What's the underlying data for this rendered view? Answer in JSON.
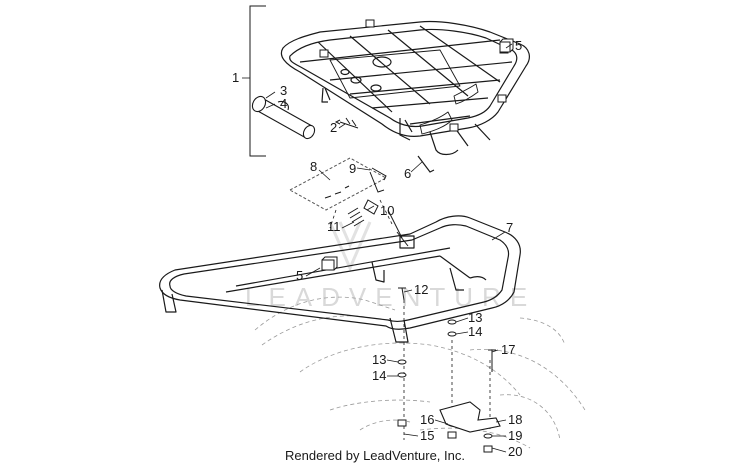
{
  "footer": {
    "credit": "Rendered by LeadVenture, Inc."
  },
  "watermark": {
    "text": "LEADVENTURE"
  },
  "callouts": [
    {
      "id": "c1",
      "label": "1"
    },
    {
      "id": "c2",
      "label": "2"
    },
    {
      "id": "c3",
      "label": "3"
    },
    {
      "id": "c4",
      "label": "4"
    },
    {
      "id": "c5a",
      "label": "5"
    },
    {
      "id": "c5b",
      "label": "5"
    },
    {
      "id": "c6",
      "label": "6"
    },
    {
      "id": "c7",
      "label": "7"
    },
    {
      "id": "c8",
      "label": "8"
    },
    {
      "id": "c9",
      "label": "9"
    },
    {
      "id": "c10",
      "label": "10"
    },
    {
      "id": "c11",
      "label": "11"
    },
    {
      "id": "c12",
      "label": "12"
    },
    {
      "id": "c13a",
      "label": "13"
    },
    {
      "id": "c13b",
      "label": "13"
    },
    {
      "id": "c14a",
      "label": "14"
    },
    {
      "id": "c14b",
      "label": "14"
    },
    {
      "id": "c15",
      "label": "15"
    },
    {
      "id": "c16",
      "label": "16"
    },
    {
      "id": "c17",
      "label": "17"
    },
    {
      "id": "c18",
      "label": "18"
    },
    {
      "id": "c19",
      "label": "19"
    },
    {
      "id": "c20",
      "label": "20"
    }
  ]
}
